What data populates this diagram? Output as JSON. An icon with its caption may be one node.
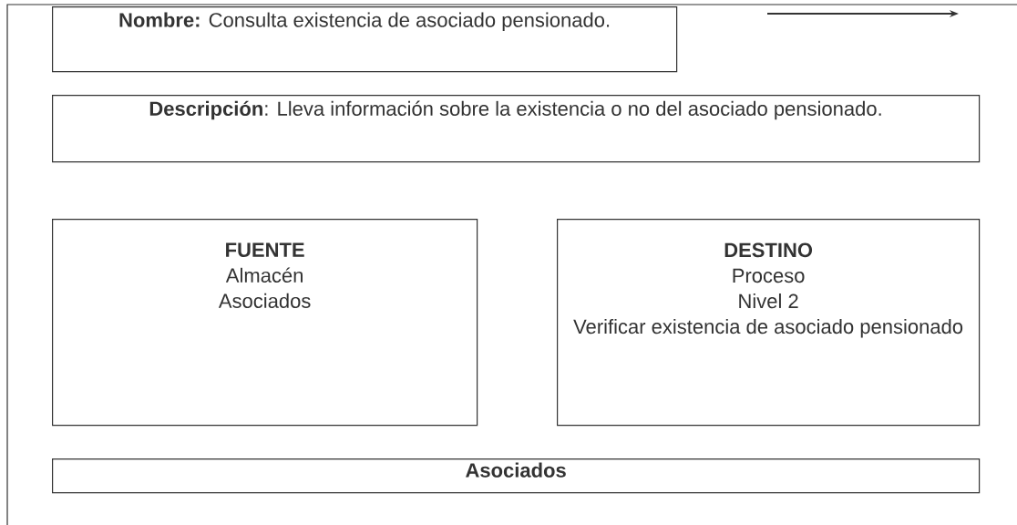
{
  "diagram": {
    "nodes": [
      {
        "text": [
          "**Nombre:** Consulta existencia de asociado pensionado."
        ]
      },
      {
        "text": [
          "**Descripción**: Lleva información sobre la existencia o no del asociado pensionado."
        ]
      },
      {
        "text": [
          "FUENTE",
          "Almacén",
          "Asociados"
        ]
      },
      {
        "text": [
          "DESTINO",
          "Proceso",
          "Nivel 2",
          "Verificar existencia de asociado pensionado"
        ]
      },
      {
        "text": [
          "Asociados"
        ]
      }
    ]
  }
}
